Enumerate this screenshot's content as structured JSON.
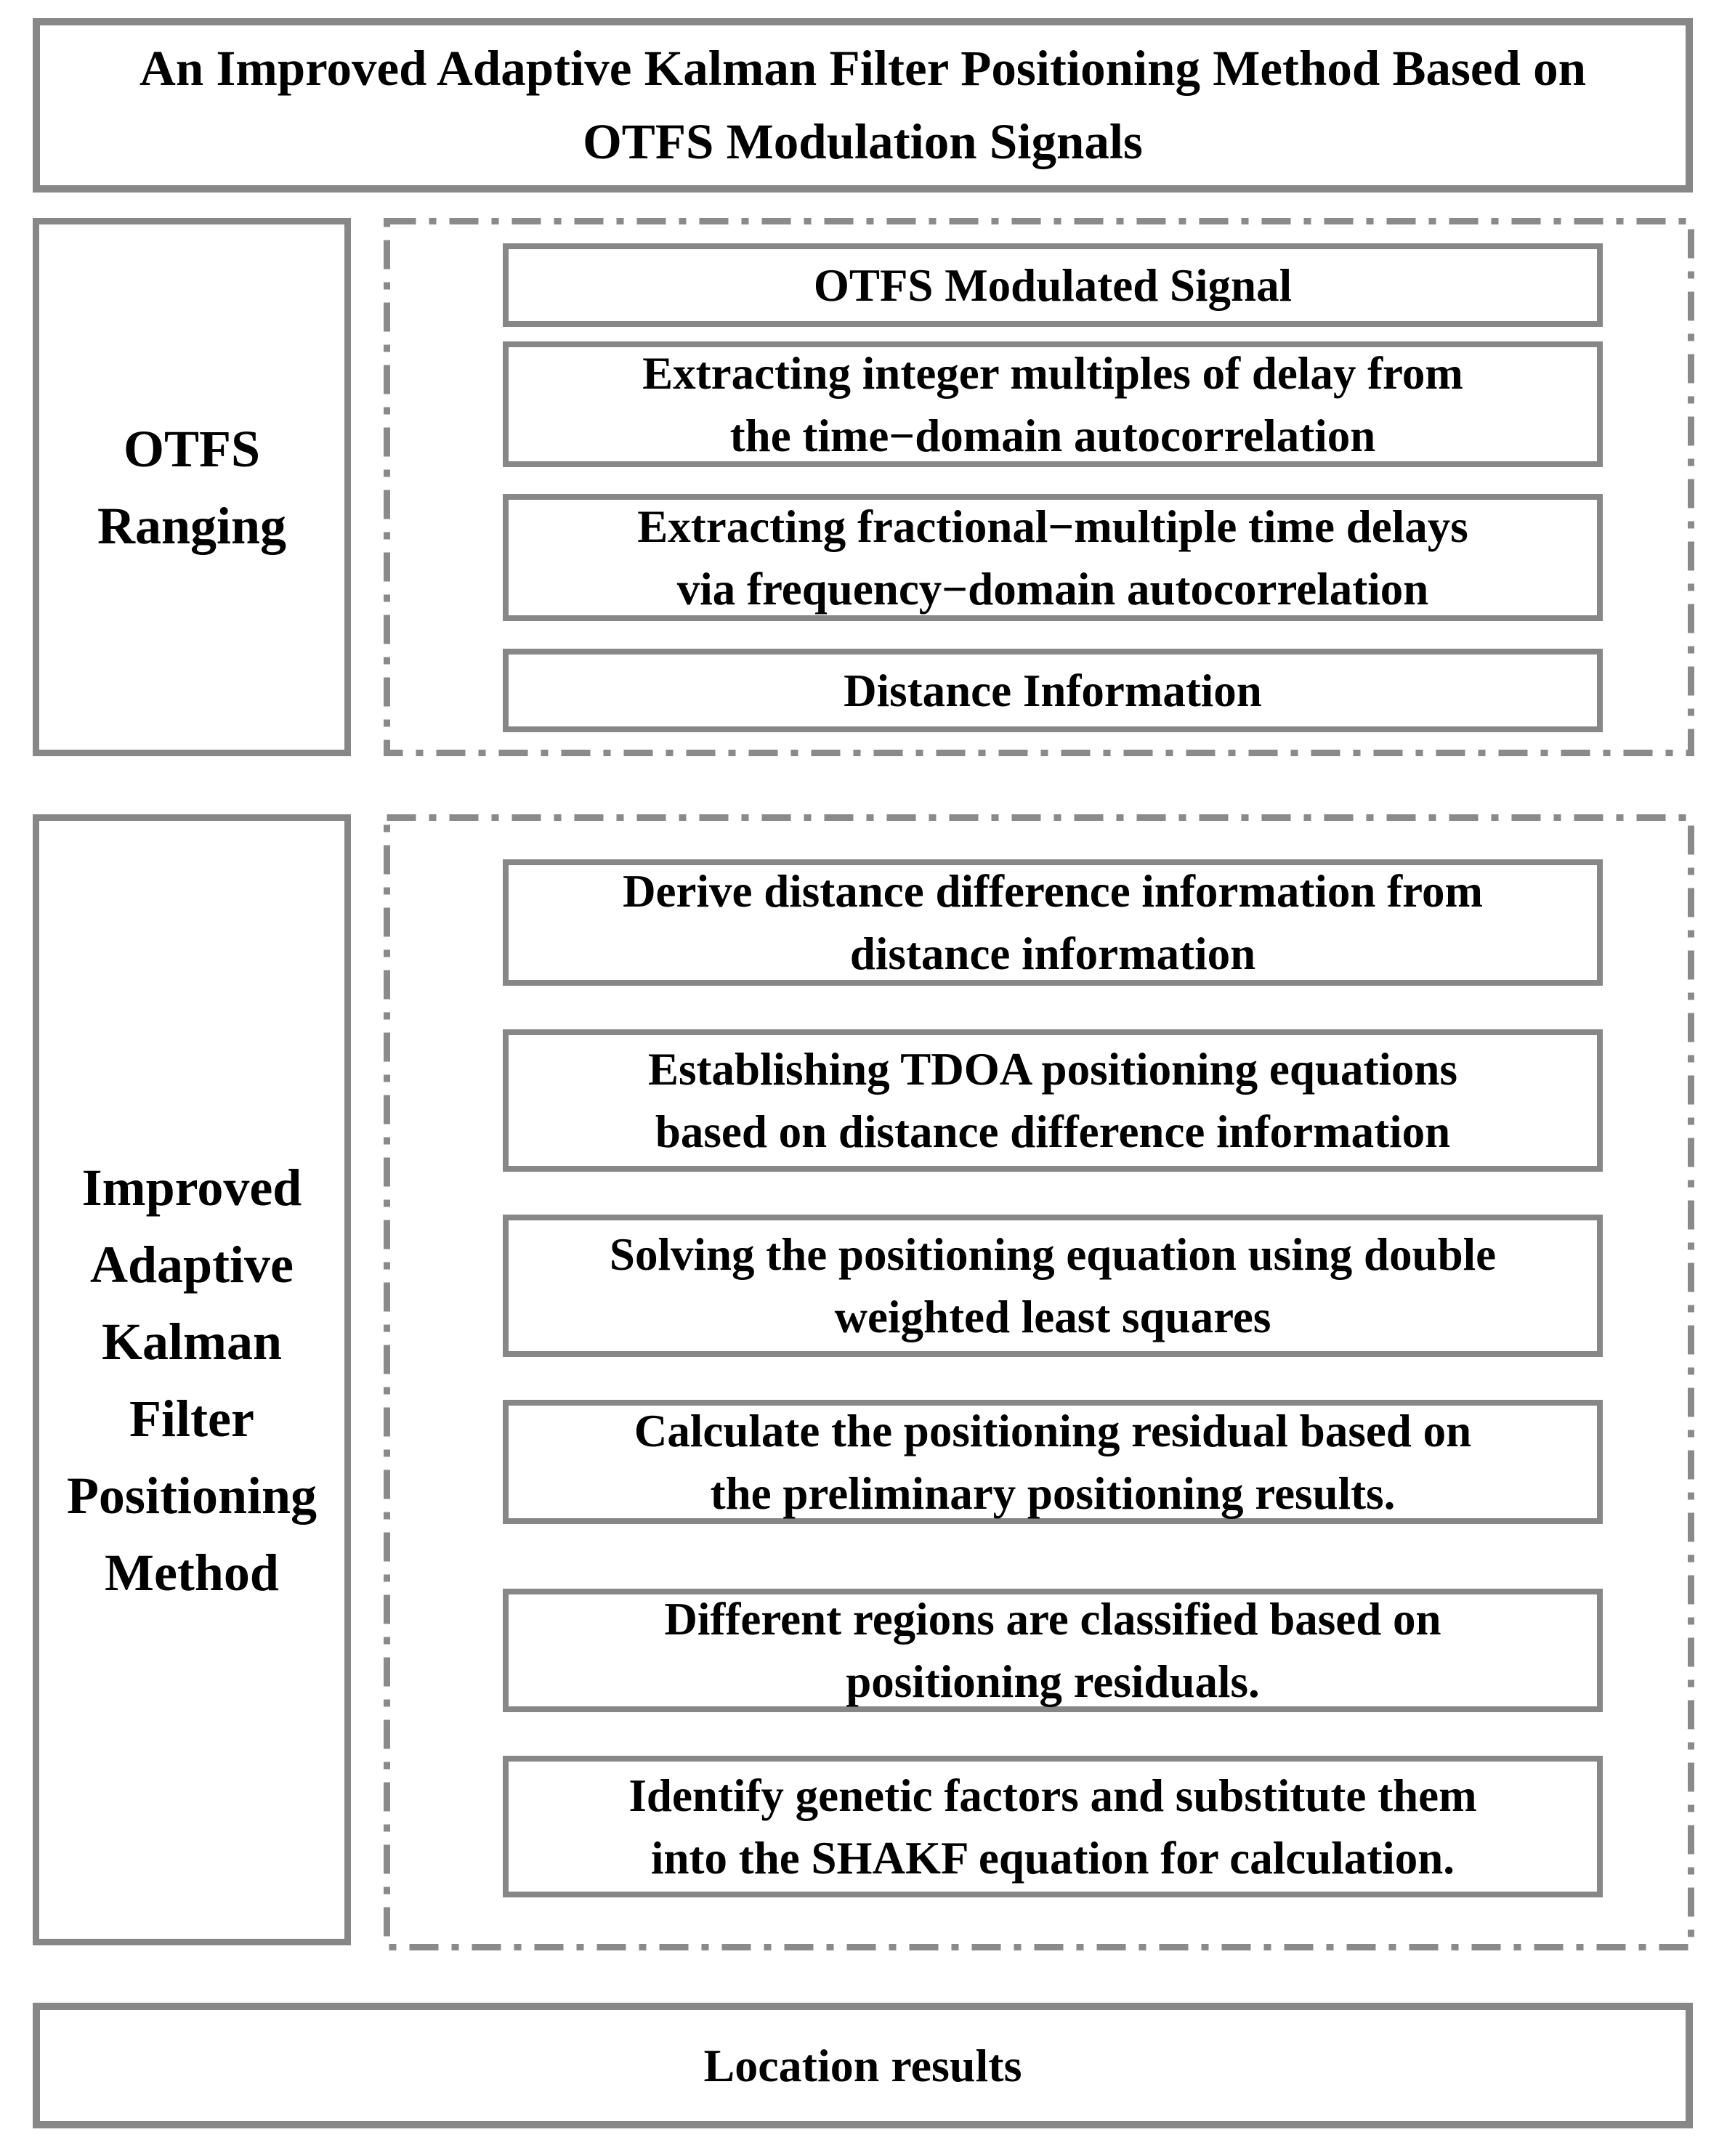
{
  "title": "An Improved Adaptive Kalman Filter Positioning Method Based on\nOTFS Modulation Signals",
  "sections": [
    {
      "label": "OTFS\nRanging",
      "steps": [
        "OTFS Modulated Signal",
        "Extracting integer multiples of delay from\nthe time−domain autocorrelation",
        "Extracting fractional−multiple time delays\nvia frequency−domain autocorrelation",
        "Distance Information"
      ]
    },
    {
      "label": "Improved\nAdaptive\nKalman\nFilter\nPositioning\nMethod",
      "steps": [
        "Derive distance difference information from\ndistance information",
        "Establishing TDOA positioning equations\nbased on distance difference information",
        "Solving the positioning equation using double\nweighted least squares",
        "Calculate the positioning residual based on\nthe preliminary positioning results.",
        "Different regions are classified based on\npositioning residuals.",
        "Identify genetic factors and substitute them\ninto the SHAKF equation for calculation."
      ]
    }
  ],
  "footer": {
    "label": "Location results"
  },
  "colors": {
    "border": "#878787",
    "text": "#000000",
    "background": "#ffffff"
  }
}
